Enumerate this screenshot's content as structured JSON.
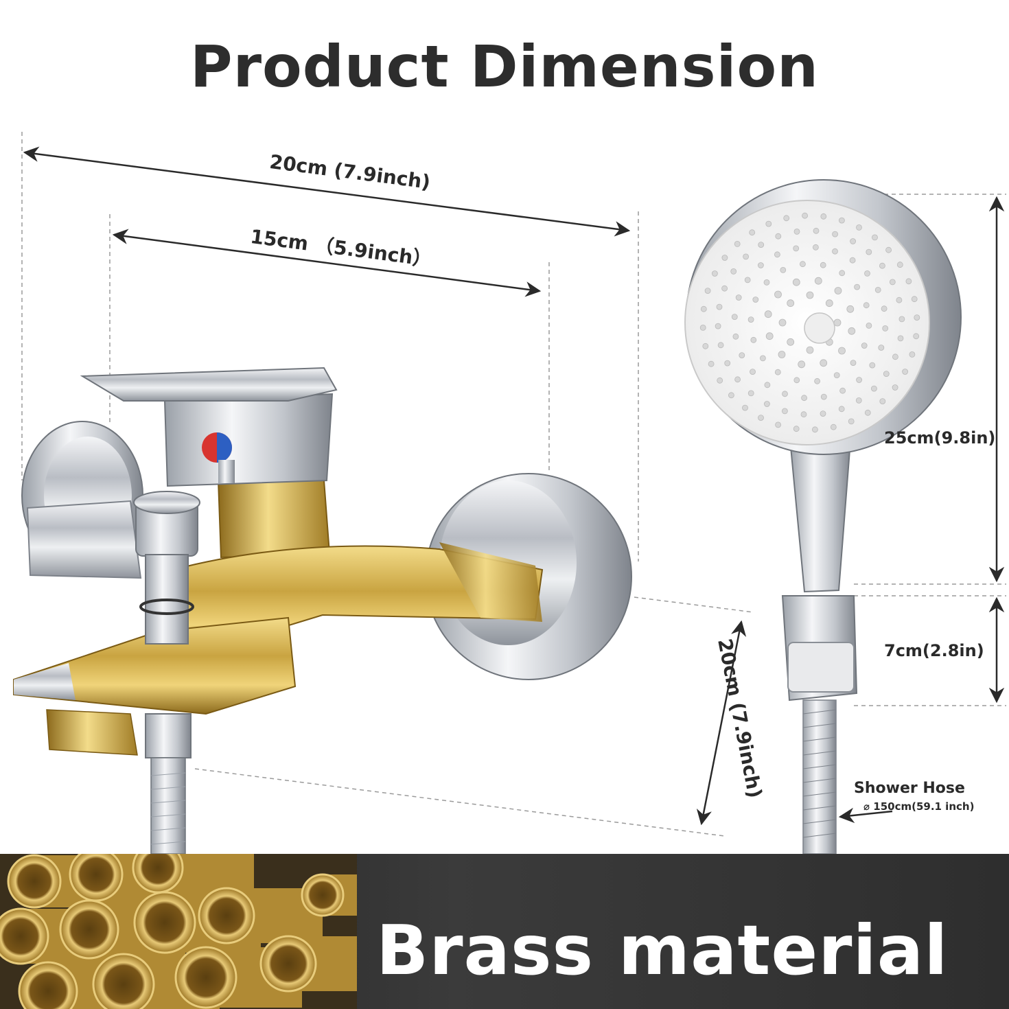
{
  "title": "Product Dimension",
  "dimensions": {
    "total_width": "20cm (7.9inch)",
    "mount_width": "15cm （5.9inch）",
    "spout_length": "20cm (7.9inch)",
    "head_length": "25cm(9.8in)",
    "holder_length": "7cm(2.8in)"
  },
  "hose": {
    "label": "Shower Hose",
    "spec": "150cm(59.1 inch)"
  },
  "banner": {
    "text": "Brass material"
  },
  "colors": {
    "brass": "#c9a441",
    "chrome": "#c8ccd2",
    "hot": "#d8342f",
    "cold": "#2d5fc2",
    "banner": "#2c2c2c"
  }
}
